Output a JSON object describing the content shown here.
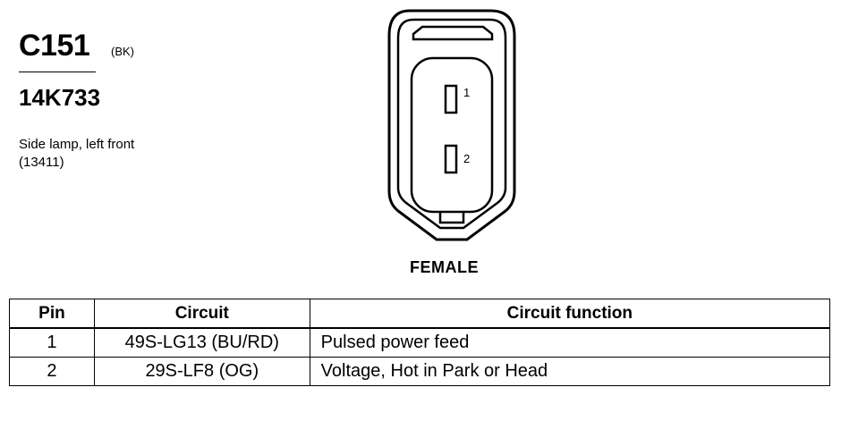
{
  "connector": {
    "id": "C151",
    "color_code": "(BK)",
    "part_number": "14K733",
    "description_lines": [
      "Side lamp, left front",
      "(13411)"
    ]
  },
  "diagram": {
    "view": "FEMALE",
    "pin_labels": [
      "1",
      "2"
    ]
  },
  "table": {
    "headers": [
      "Pin",
      "Circuit",
      "Circuit function"
    ],
    "rows": [
      {
        "pin": "1",
        "circuit": "49S-LG13 (BU/RD)",
        "function": "Pulsed power feed"
      },
      {
        "pin": "2",
        "circuit": "29S-LF8 (OG)",
        "function": "Voltage, Hot in Park or Head"
      }
    ]
  }
}
